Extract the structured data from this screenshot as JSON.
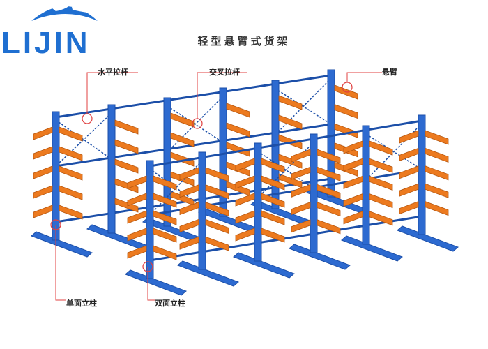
{
  "brand": {
    "name": "LIJIN"
  },
  "title": "轻型悬臂式货架",
  "labels": {
    "horizontal_bar": "水平拉杆",
    "cross_brace": "交叉拉杆",
    "cantilever_arm": "悬臂",
    "single_column": "单面立柱",
    "double_column": "双面立柱"
  },
  "colors": {
    "column": "#2d6ad0",
    "column_dark": "#1c4fa8",
    "arm": "#ec7a1f",
    "arm_dark": "#b45610",
    "callout_line": "#e04040",
    "logo_blue": "#1f6fd1"
  },
  "icons": [
    "globe-icon"
  ]
}
